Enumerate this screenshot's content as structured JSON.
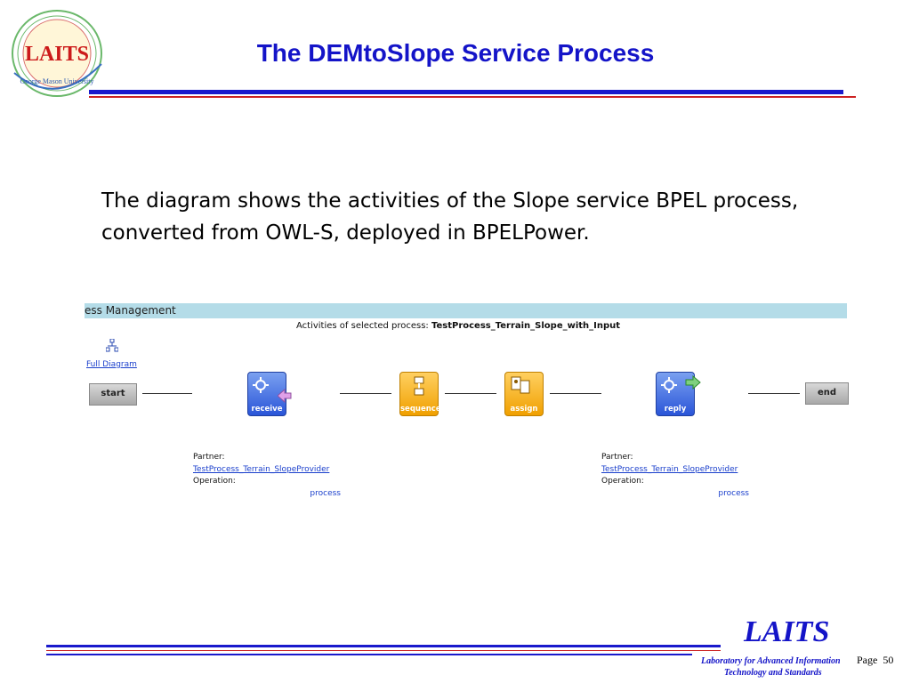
{
  "slide": {
    "title": "The DEMtoSlope Service Process",
    "description": "The diagram shows the activities of the Slope service BPEL process, converted from OWL-S, deployed in BPELPower."
  },
  "logo": {
    "text": "LAITS",
    "ring_text": "George Mason University"
  },
  "screenshot": {
    "header": "ess Management",
    "activities_prefix": "Activities of selected process: ",
    "process_name": "TestProcess_Terrain_Slope_with_Input",
    "full_diagram_link": "Full Diagram",
    "start_label": "start",
    "end_label": "end",
    "activities": [
      {
        "label": "receive",
        "icon": "gear-icon"
      },
      {
        "label": "sequence",
        "icon": "sequence-icon"
      },
      {
        "label": "assign",
        "icon": "assign-icon"
      },
      {
        "label": "reply",
        "icon": "gear-icon"
      }
    ],
    "partners": [
      {
        "partner_label": "Partner:",
        "partner_link": "TestProcess_Terrain_SlopeProvider",
        "operation_label": "Operation:",
        "operation": "process"
      },
      {
        "partner_label": "Partner:",
        "partner_link": "TestProcess_Terrain_SlopeProvider",
        "operation_label": "Operation:",
        "operation": "process"
      }
    ]
  },
  "footer": {
    "brand": "LAITS",
    "lab_line1": "Laboratory for Advanced Information",
    "lab_line2": "Technology and Standards",
    "page_label": "Page",
    "page_number": "50"
  },
  "colors": {
    "title_blue": "#1414c8",
    "rule_red": "#cc2222",
    "header_bar": "#b4dce8"
  }
}
